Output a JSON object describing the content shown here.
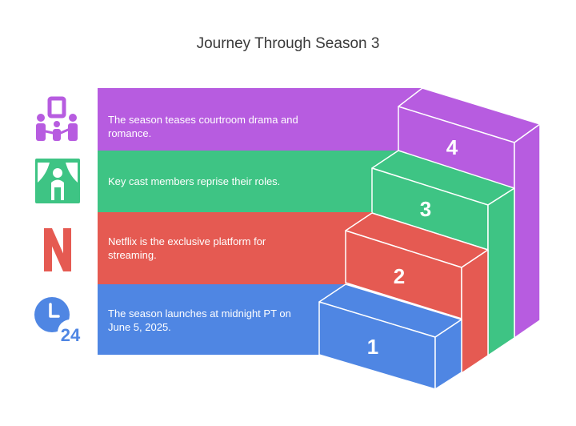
{
  "title": "Journey Through Season 3",
  "colors": {
    "step1": "#4f86e3",
    "step2": "#e55a52",
    "step3": "#3ec484",
    "step4": "#b75ce0",
    "outline": "#ffffff"
  },
  "steps": [
    {
      "number": "1",
      "text": "The season launches at midnight PT on June 5, 2025.",
      "icon": "clock-24-icon",
      "icon_text": "24"
    },
    {
      "number": "2",
      "text": "Netflix is the exclusive platform for streaming.",
      "icon": "netflix-logo-icon"
    },
    {
      "number": "3",
      "text": "Key cast members reprise their roles.",
      "icon": "stage-curtain-icon"
    },
    {
      "number": "4",
      "text": "The season teases courtroom drama and romance.",
      "icon": "family-frame-icon"
    }
  ]
}
